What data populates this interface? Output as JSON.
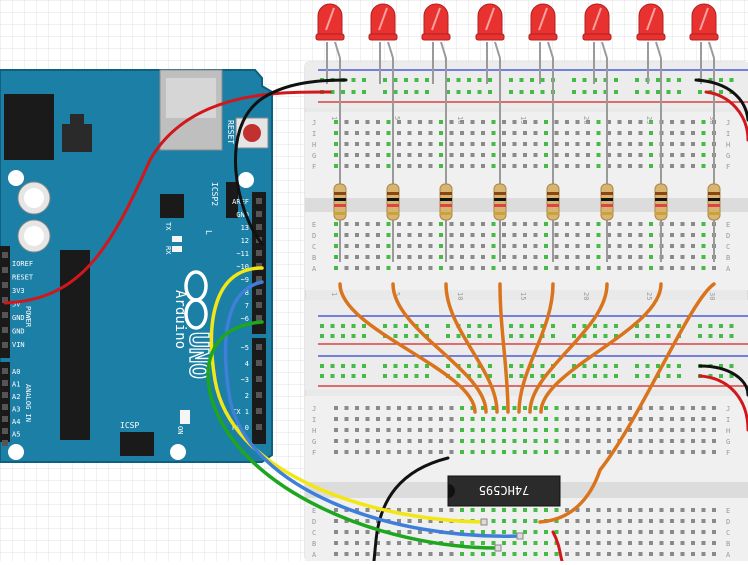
{
  "board": {
    "brand": "Arduino",
    "model": "UNO",
    "reset_label": "RESET",
    "icsp2_label": "ICSP2",
    "icsp_label": "ICSP",
    "tx_label": "TX",
    "rx_label": "RX",
    "l_label": "L",
    "on_label": "ON",
    "power_label": "POWER",
    "analog_label": "ANALOG IN",
    "power_pins": [
      "IOREF",
      "RESET",
      "3V3",
      "5V",
      "GND",
      "GND",
      "VIN"
    ],
    "analog_pins": [
      "A0",
      "A1",
      "A2",
      "A3",
      "A4",
      "A5"
    ],
    "digital_pins": [
      "AREF",
      "GND",
      "13",
      "12",
      "~11",
      "~10",
      "~9",
      "8",
      "7",
      "~6",
      "~5",
      "4",
      "~3",
      "2",
      "TX 1",
      "RX 0"
    ]
  },
  "chip": {
    "label": "74HC595"
  },
  "breadboard": {
    "row_letters": [
      "J",
      "I",
      "H",
      "G",
      "F",
      "E",
      "D",
      "C",
      "B",
      "A"
    ],
    "column_marks": [
      "1",
      "5",
      "10",
      "15",
      "20",
      "25",
      "30"
    ]
  },
  "colors": {
    "grid_bg": "#ffffff",
    "grid_line": "#e3e3e3",
    "board_blue": "#1b7fa6",
    "led_red": "#e8322f",
    "wire_red": "#d1171b",
    "wire_black": "#111111",
    "wire_yellow": "#f2e614",
    "wire_blue": "#3f7fd9",
    "wire_green": "#1fa61f",
    "wire_orange": "#d9741c",
    "hole_green": "#44bb44"
  },
  "leds_count": 8
}
